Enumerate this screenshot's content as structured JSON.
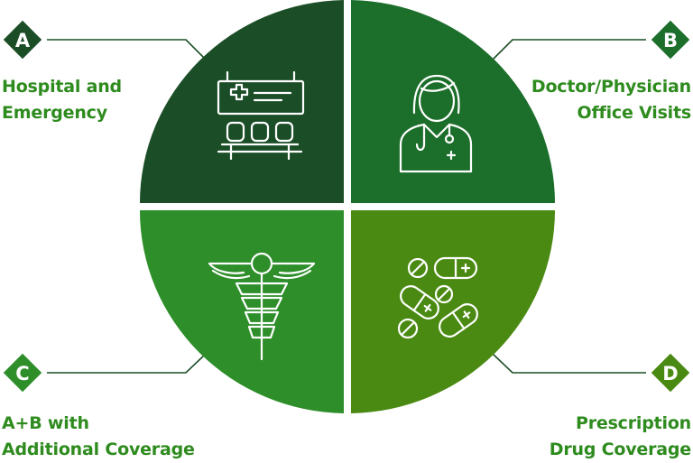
{
  "colors": {
    "quadrant_a": "#1b4e27",
    "quadrant_b": "#1c6e2b",
    "quadrant_c": "#2d8e2a",
    "quadrant_d": "#4a8a12",
    "label_text": "#2e8b1e",
    "badge_a": "#1b4e27",
    "badge_b": "#1c6e2b",
    "badge_c": "#2d8e2a",
    "badge_d": "#4a8a12",
    "connector": "#1b4e27"
  },
  "parts": [
    {
      "letter": "A",
      "line1": "Hospital and",
      "line2": "Emergency",
      "icon": "hospital-waiting-room-icon"
    },
    {
      "letter": "B",
      "line1": "Doctor/Physician",
      "line2": "Office Visits",
      "icon": "doctor-icon"
    },
    {
      "letter": "C",
      "line1": "A+B with",
      "line2": "Additional Coverage",
      "icon": "caduceus-icon"
    },
    {
      "letter": "D",
      "line1": "Prescription",
      "line2": "Drug Coverage",
      "icon": "pills-icon"
    }
  ]
}
